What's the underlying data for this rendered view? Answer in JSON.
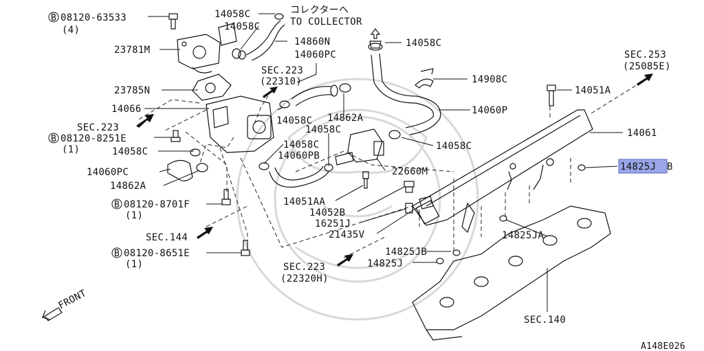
{
  "diagram_id": "A148E026",
  "labels": {
    "b_08120_63533": "08120-63533",
    "b_08120_63533_qty": "(4)",
    "p_23781M": "23781M",
    "p_23785N": "23785N",
    "p_14066": "14066",
    "sec223_left": "SEC.223",
    "b_08120_8251E": "08120-8251E",
    "b_08120_8251E_qty": "(1)",
    "p_14058C_left": "14058C",
    "p_14060PC_left": "14060PC",
    "p_14862A_left": "14862A",
    "b_08120_8701F": "08120-8701F",
    "b_08120_8701F_qty": "(1)",
    "sec144": "SEC.144",
    "b_08120_8651E": "08120-8651E",
    "b_08120_8651E_qty": "(1)",
    "front": "FRONT",
    "p_14058C_top1": "14058C",
    "collector_jp": "コレクターへ",
    "collector_en": "TO COLLECTOR",
    "p_14058C_top2": "14058C",
    "p_14860N": "14860N",
    "p_14060PC_top": "14060PC",
    "sec223_mid": "SEC.223",
    "sec223_mid_ref": "(22310)",
    "p_14058C_mid1": "14058C",
    "p_14862A_mid": "14862A",
    "p_14058C_mid2": "14058C",
    "p_14058C_mid3": "14058C",
    "p_14060PB": "14060PB",
    "p_22660M": "22660M",
    "p_14051AA": "14051AA",
    "p_14052B": "14052B",
    "p_16251J": "16251J",
    "p_21435V": "21435V",
    "p_14825JB_low": "14825JB",
    "p_14825J": "14825J",
    "sec223_low": "SEC.223",
    "sec223_low_ref": "(22320H)",
    "p_14058C_top_right": "14058C",
    "p_14908C": "14908C",
    "p_14060P": "14060P",
    "p_14058C_right": "14058C",
    "p_14051A": "14051A",
    "sec253": "SEC.253",
    "sec253_ref": "(25085E)",
    "p_14061": "14061",
    "p_14825JB_highlight": "14825J",
    "p_14825JB_highlight_suffix": "B",
    "p_14825JA": "14825JA",
    "sec140": "SEC.140",
    "bolt_symbol": "B"
  },
  "colors": {
    "highlight_fill": "#9aa6e8",
    "line": "#111111",
    "watermark": "#d8d8d8"
  }
}
